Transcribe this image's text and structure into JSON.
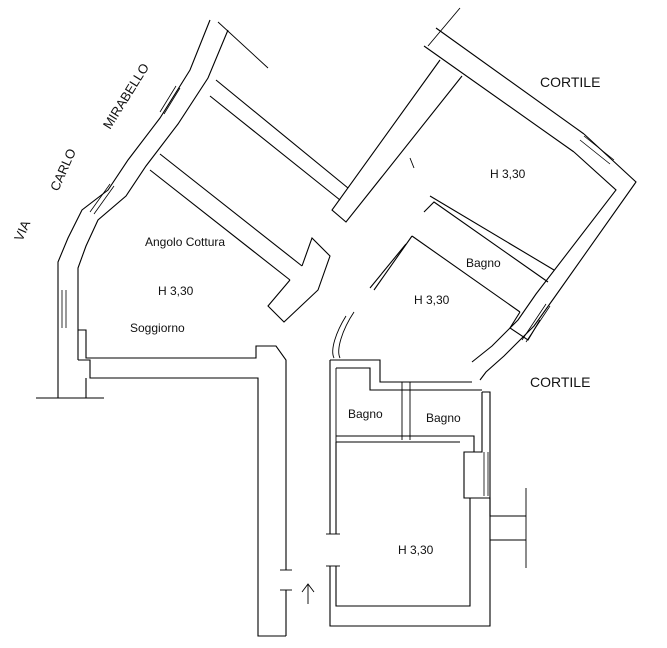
{
  "street": {
    "words": [
      "VIA",
      "CARLO",
      "MIRABELLO"
    ]
  },
  "courtyards": [
    "CORTILE",
    "CORTILE"
  ],
  "rooms": {
    "kitchen": "Angolo Cottura",
    "height_left": "H 3,30",
    "living": "Soggiorno",
    "height_upper_right": "H 3,30",
    "bathroom_right": "Bagno",
    "height_middle_right": "H 3,30",
    "bathroom_1": "Bagno",
    "bathroom_2": "Bagno",
    "height_bottom": "H 3,30"
  },
  "entrance_arrow": "up-arrow",
  "colors": {
    "line": "#000000",
    "background": "#ffffff"
  }
}
